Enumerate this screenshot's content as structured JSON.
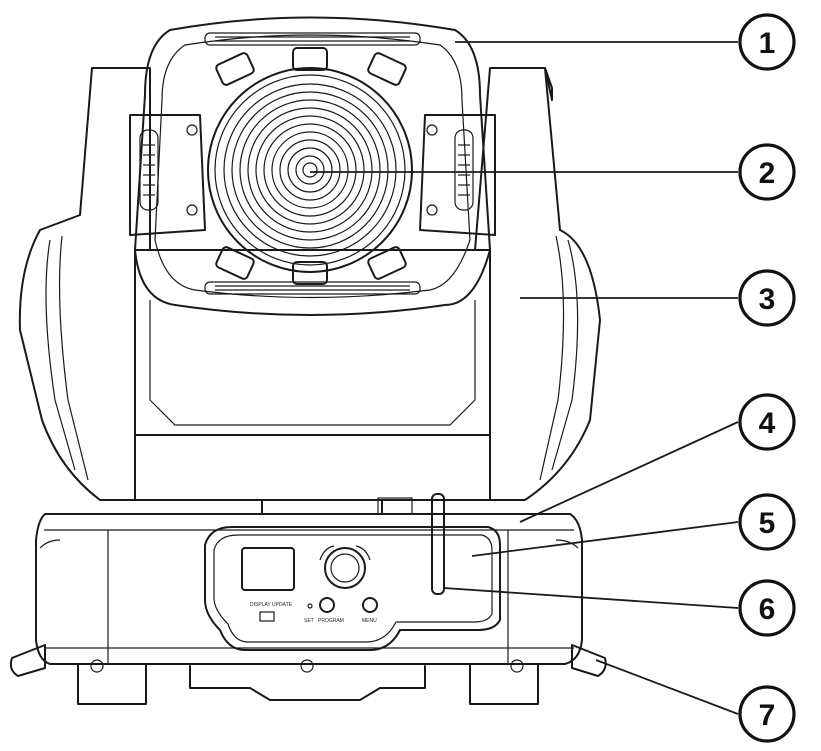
{
  "diagram": {
    "subject": "moving-head-fixture-front-view",
    "callouts": [
      {
        "number": "1"
      },
      {
        "number": "2"
      },
      {
        "number": "3"
      },
      {
        "number": "4"
      },
      {
        "number": "5"
      },
      {
        "number": "6"
      },
      {
        "number": "7"
      }
    ],
    "panel": {
      "display_caption": "DISPLAY UPDATE",
      "button_labels": [
        "SET",
        "PROGRAM",
        "MENU"
      ]
    }
  }
}
